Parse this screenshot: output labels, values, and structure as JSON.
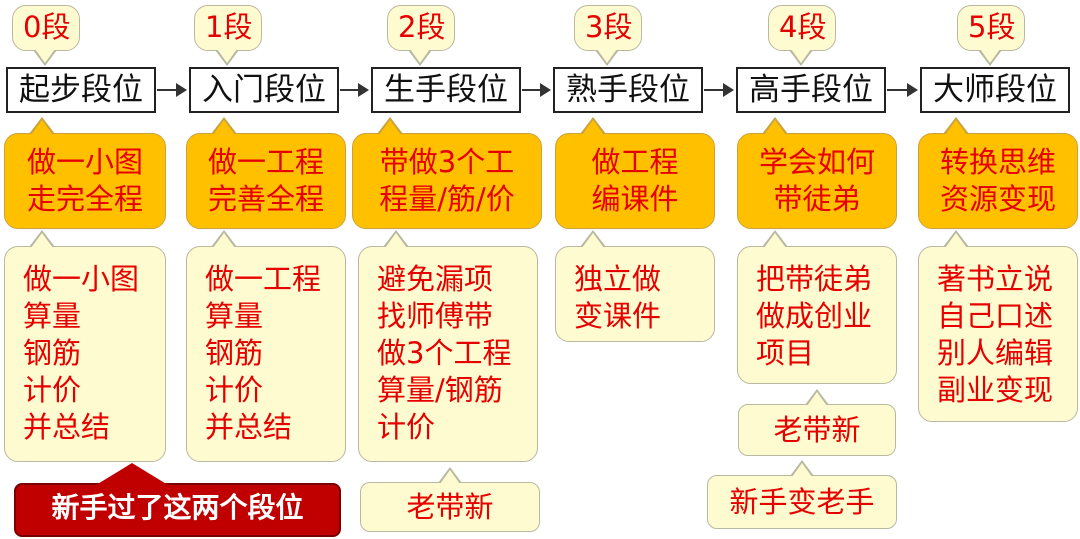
{
  "levels": [
    "0段",
    "1段",
    "2段",
    "3段",
    "4段",
    "5段"
  ],
  "stages": [
    "起步段位",
    "入门段位",
    "生手段位",
    "熟手段位",
    "高手段位",
    "大师段位"
  ],
  "goals": [
    [
      "做一小图",
      "走完全程"
    ],
    [
      "做一工程",
      "完善全程"
    ],
    [
      "带做3个工",
      "程量/筋/价"
    ],
    [
      "做工程",
      "编课件"
    ],
    [
      "学会如何",
      "带徒弟"
    ],
    [
      "转换思维",
      "资源变现"
    ]
  ],
  "details": [
    [
      "做一小图",
      "算量",
      "钢筋",
      "计价",
      "并总结"
    ],
    [
      "做一工程",
      "算量",
      "钢筋",
      "计价",
      "并总结"
    ],
    [
      "避免漏项",
      "找师傅带",
      "做3个工程",
      "算量/钢筋",
      "计价"
    ],
    [
      "独立做",
      "变课件"
    ],
    [
      "把带徒弟",
      "做成创业",
      "项目"
    ],
    [
      "著书立说",
      "自己口述",
      "别人编辑",
      "副业变现"
    ]
  ],
  "notes": {
    "stage2": "老带新",
    "stage4_a": "老带新",
    "stage4_b": "新手变老手"
  },
  "banner": "新手过了这两个段位",
  "colors": {
    "orange_box": "#ffc000",
    "cream_box": "#fffbd1",
    "red_text": "#e60000",
    "banner": "#c00000"
  }
}
